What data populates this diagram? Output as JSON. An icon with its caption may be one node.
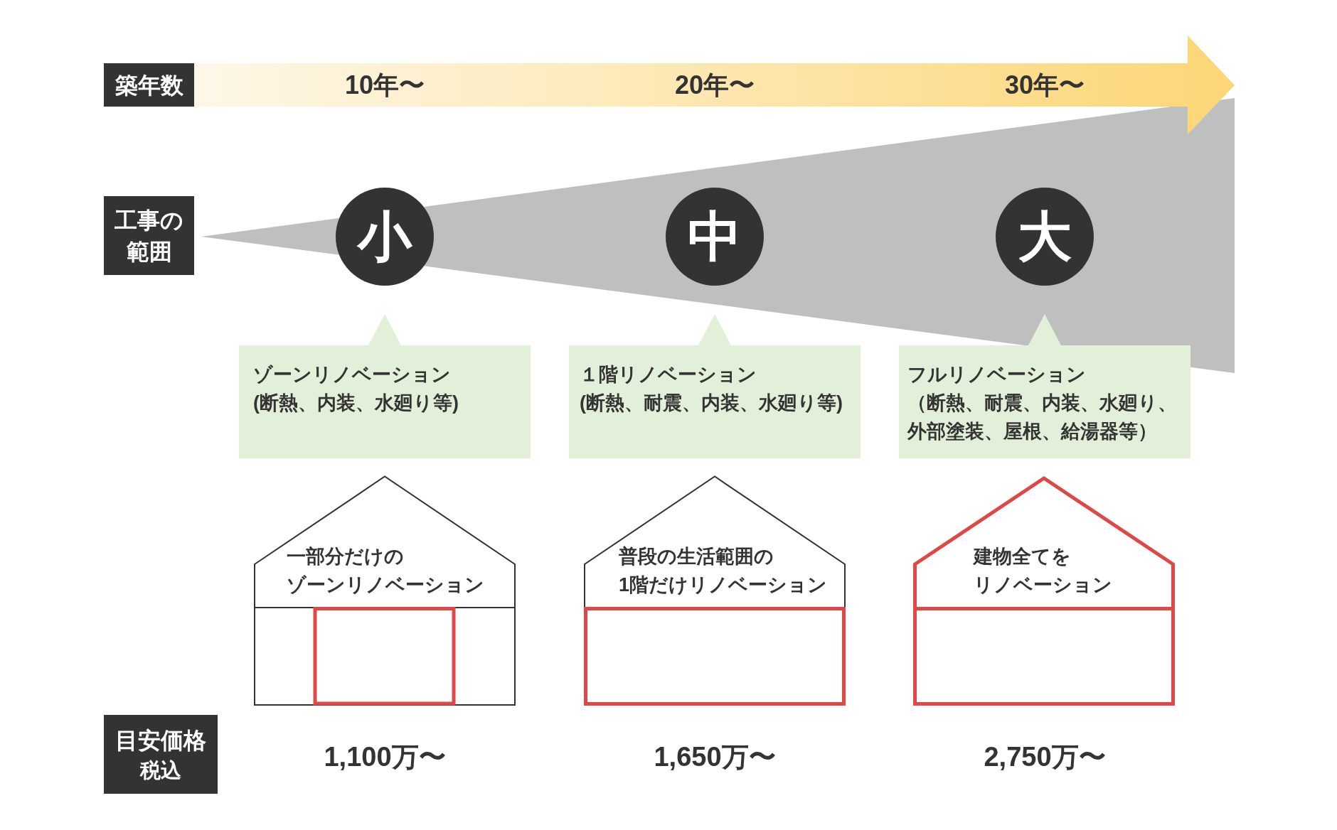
{
  "diagram": {
    "nodes": [
      {
        "text": [
          "築年数"
        ]
      },
      {
        "text": [
          "10年〜",
          "20年〜",
          "30年〜"
        ]
      },
      {
        "text": [
          "工事の範囲"
        ]
      },
      {
        "text": [
          "小"
        ]
      },
      {
        "text": [
          "中"
        ]
      },
      {
        "text": [
          "大"
        ]
      },
      {
        "text": [
          "ゾーンリノベーション",
          "(断熱、内装、水廻り等)"
        ]
      },
      {
        "text": [
          "１階リノベーション",
          "(断熱、耐震、内装、水廻り等)"
        ]
      },
      {
        "text": [
          "フルリノベーション",
          "（断熱、耐震、内装、水廻り、外部塗装、屋根、給湯器等）"
        ]
      },
      {
        "text": [
          "一部分だけのゾーンリノベーション"
        ]
      },
      {
        "text": [
          "普段の生活範囲の1階だけリノベーション"
        ]
      },
      {
        "text": [
          "建物全てをリノベーション"
        ]
      },
      {
        "text": [
          "目安価格",
          "税込"
        ]
      }
    ],
    "labels": [
      "1,100万〜",
      "1,650万〜",
      "2,750万〜"
    ]
  }
}
